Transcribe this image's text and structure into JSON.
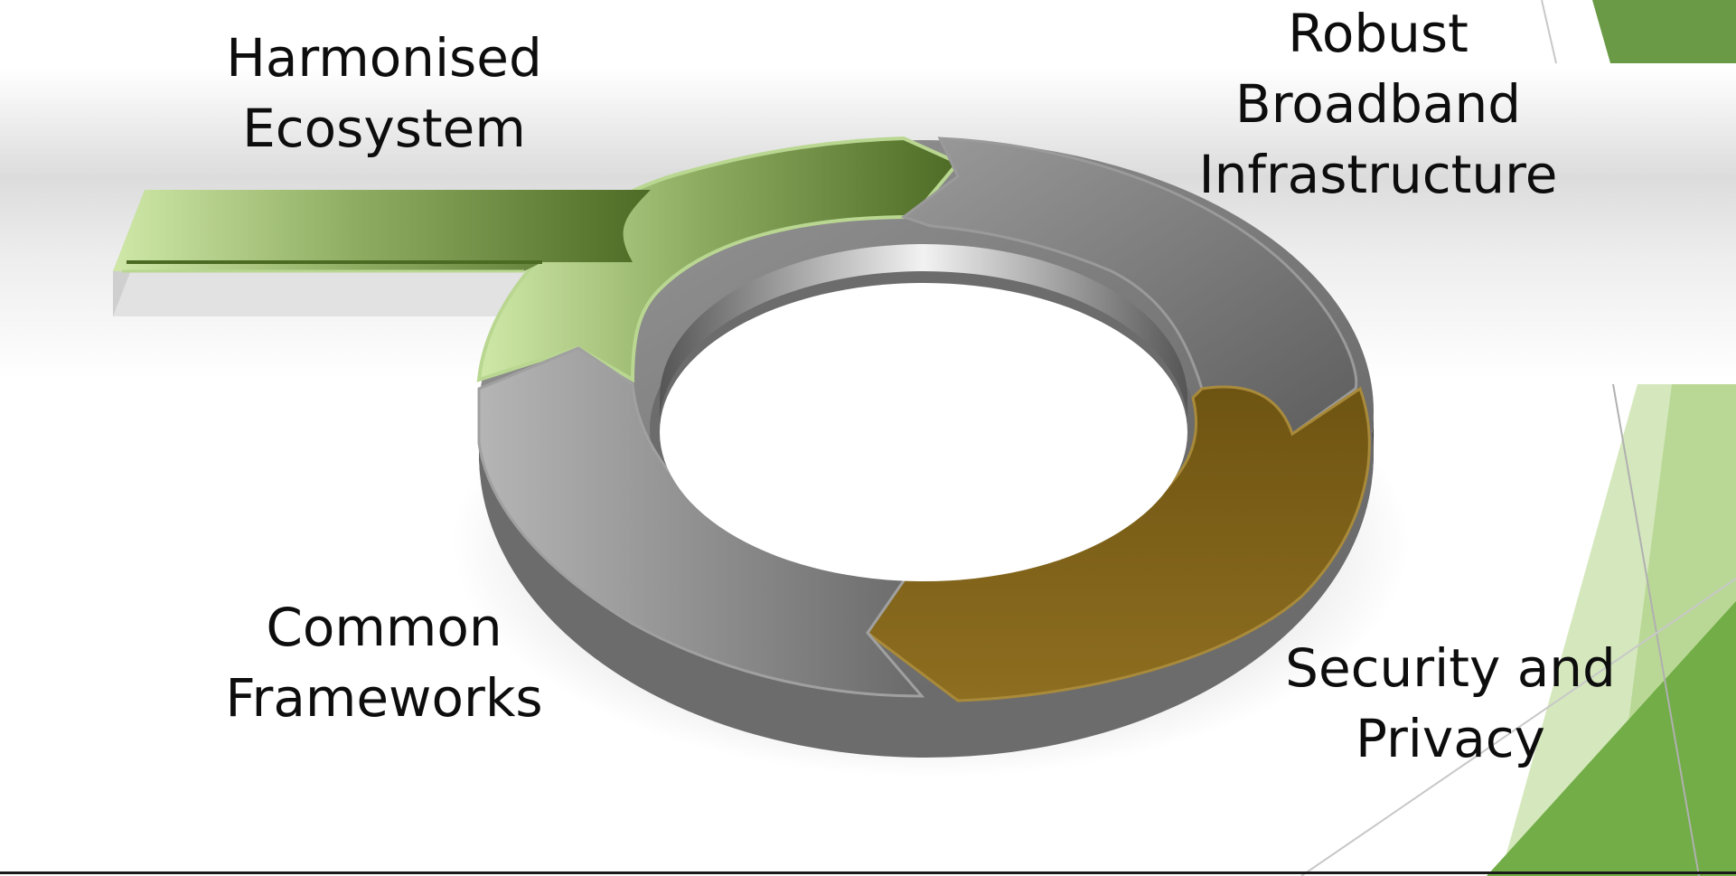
{
  "diagram": {
    "segments": [
      {
        "id": "harmonised",
        "lines": [
          "Harmonised",
          "Ecosystem"
        ],
        "color": "#6f8f3a"
      },
      {
        "id": "robust",
        "lines": [
          "Robust",
          "Broadband",
          "Infrastructure"
        ],
        "color": "#7a7a7a"
      },
      {
        "id": "security",
        "lines": [
          "Security and",
          "Privacy"
        ],
        "color": "#7d6418"
      },
      {
        "id": "common",
        "lines": [
          "Common",
          "Frameworks"
        ],
        "color": "#8a8a8a"
      }
    ]
  },
  "theme": {
    "accent_green": "#70ad47",
    "light_green": "#c5e0a5",
    "dark_green": "#6a9a45"
  }
}
